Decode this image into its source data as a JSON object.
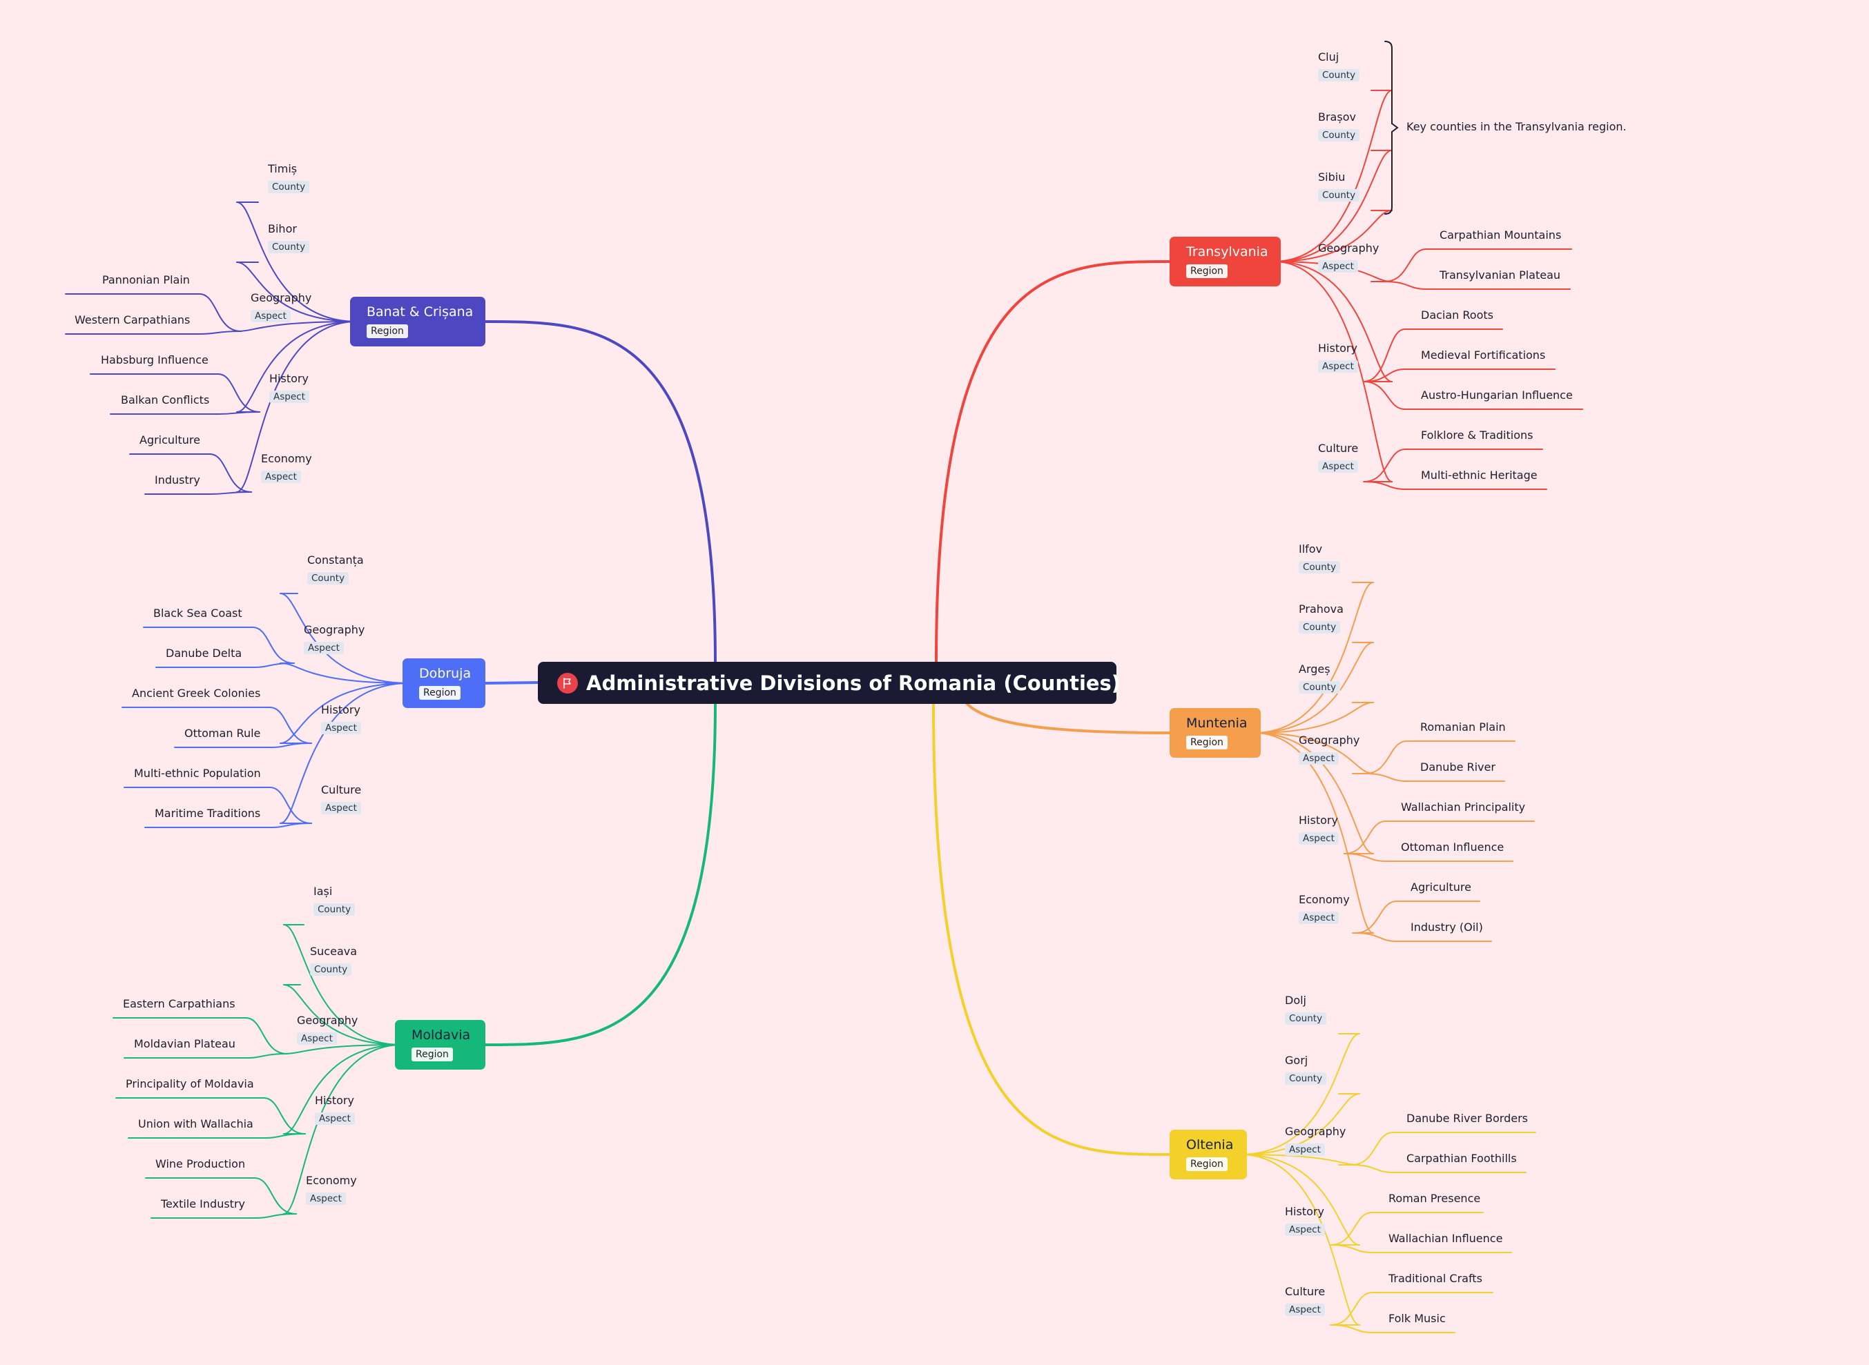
{
  "root": {
    "title": "Administrative Divisions of Romania (Counties)",
    "icon": "flag-icon"
  },
  "regions": [
    {
      "key": "banat",
      "name": "Banat & Crișana",
      "tag": "Region",
      "side": "left",
      "color": "#4e47c2",
      "text_color": "#ffffff",
      "children": [
        {
          "label": "Timiș",
          "tag": "County",
          "leaves": []
        },
        {
          "label": "Bihor",
          "tag": "County",
          "leaves": []
        },
        {
          "label": "Geography",
          "tag": "Aspect",
          "leaves": [
            "Pannonian Plain",
            "Western Carpathians"
          ]
        },
        {
          "label": "History",
          "tag": "Aspect",
          "leaves": [
            "Habsburg Influence",
            "Balkan Conflicts"
          ]
        },
        {
          "label": "Economy",
          "tag": "Aspect",
          "leaves": [
            "Agriculture",
            "Industry"
          ]
        }
      ]
    },
    {
      "key": "dobruja",
      "name": "Dobruja",
      "tag": "Region",
      "side": "left",
      "color": "#4f6ef7",
      "text_color": "#ffffff",
      "children": [
        {
          "label": "Constanța",
          "tag": "County",
          "leaves": []
        },
        {
          "label": "Geography",
          "tag": "Aspect",
          "leaves": [
            "Black Sea Coast",
            "Danube Delta"
          ]
        },
        {
          "label": "History",
          "tag": "Aspect",
          "leaves": [
            "Ancient Greek Colonies",
            "Ottoman Rule"
          ]
        },
        {
          "label": "Culture",
          "tag": "Aspect",
          "leaves": [
            "Multi-ethnic Population",
            "Maritime Traditions"
          ]
        }
      ]
    },
    {
      "key": "moldavia",
      "name": "Moldavia",
      "tag": "Region",
      "side": "left",
      "color": "#16b87a",
      "text_color": "#14213a",
      "children": [
        {
          "label": "Iași",
          "tag": "County",
          "leaves": []
        },
        {
          "label": "Suceava",
          "tag": "County",
          "leaves": []
        },
        {
          "label": "Geography",
          "tag": "Aspect",
          "leaves": [
            "Eastern Carpathians",
            "Moldavian Plateau"
          ]
        },
        {
          "label": "History",
          "tag": "Aspect",
          "leaves": [
            "Principality of Moldavia",
            "Union with Wallachia"
          ]
        },
        {
          "label": "Economy",
          "tag": "Aspect",
          "leaves": [
            "Wine Production",
            "Textile Industry"
          ]
        }
      ]
    },
    {
      "key": "transylvania",
      "name": "Transylvania",
      "tag": "Region",
      "side": "right",
      "color": "#f0453c",
      "text_color": "#ffffff",
      "children": [
        {
          "label": "Cluj",
          "tag": "County",
          "leaves": []
        },
        {
          "label": "Brașov",
          "tag": "County",
          "leaves": []
        },
        {
          "label": "Sibiu",
          "tag": "County",
          "leaves": []
        },
        {
          "label": "Geography",
          "tag": "Aspect",
          "leaves": [
            "Carpathian Mountains",
            "Transylvanian Plateau"
          ]
        },
        {
          "label": "History",
          "tag": "Aspect",
          "leaves": [
            "Dacian Roots",
            "Medieval Fortifications",
            "Austro-Hungarian Influence"
          ]
        },
        {
          "label": "Culture",
          "tag": "Aspect",
          "leaves": [
            "Folklore & Traditions",
            "Multi-ethnic Heritage"
          ]
        }
      ]
    },
    {
      "key": "muntenia",
      "name": "Muntenia",
      "tag": "Region",
      "side": "right",
      "color": "#f59e4c",
      "text_color": "#14213a",
      "children": [
        {
          "label": "Ilfov",
          "tag": "County",
          "leaves": []
        },
        {
          "label": "Prahova",
          "tag": "County",
          "leaves": []
        },
        {
          "label": "Argeș",
          "tag": "County",
          "leaves": []
        },
        {
          "label": "Geography",
          "tag": "Aspect",
          "leaves": [
            "Romanian Plain",
            "Danube River"
          ]
        },
        {
          "label": "History",
          "tag": "Aspect",
          "leaves": [
            "Wallachian Principality",
            "Ottoman Influence"
          ]
        },
        {
          "label": "Economy",
          "tag": "Aspect",
          "leaves": [
            "Agriculture",
            "Industry (Oil)"
          ]
        }
      ]
    },
    {
      "key": "oltenia",
      "name": "Oltenia",
      "tag": "Region",
      "side": "right",
      "color": "#f3d12a",
      "text_color": "#14213a",
      "children": [
        {
          "label": "Dolj",
          "tag": "County",
          "leaves": []
        },
        {
          "label": "Gorj",
          "tag": "County",
          "leaves": []
        },
        {
          "label": "Geography",
          "tag": "Aspect",
          "leaves": [
            "Danube River Borders",
            "Carpathian Foothills"
          ]
        },
        {
          "label": "History",
          "tag": "Aspect",
          "leaves": [
            "Roman Presence",
            "Wallachian Influence"
          ]
        },
        {
          "label": "Culture",
          "tag": "Aspect",
          "leaves": [
            "Traditional Crafts",
            "Folk Music"
          ]
        }
      ]
    }
  ],
  "annotation": {
    "region": "transylvania",
    "text": "Key counties in the Transylvania region."
  }
}
